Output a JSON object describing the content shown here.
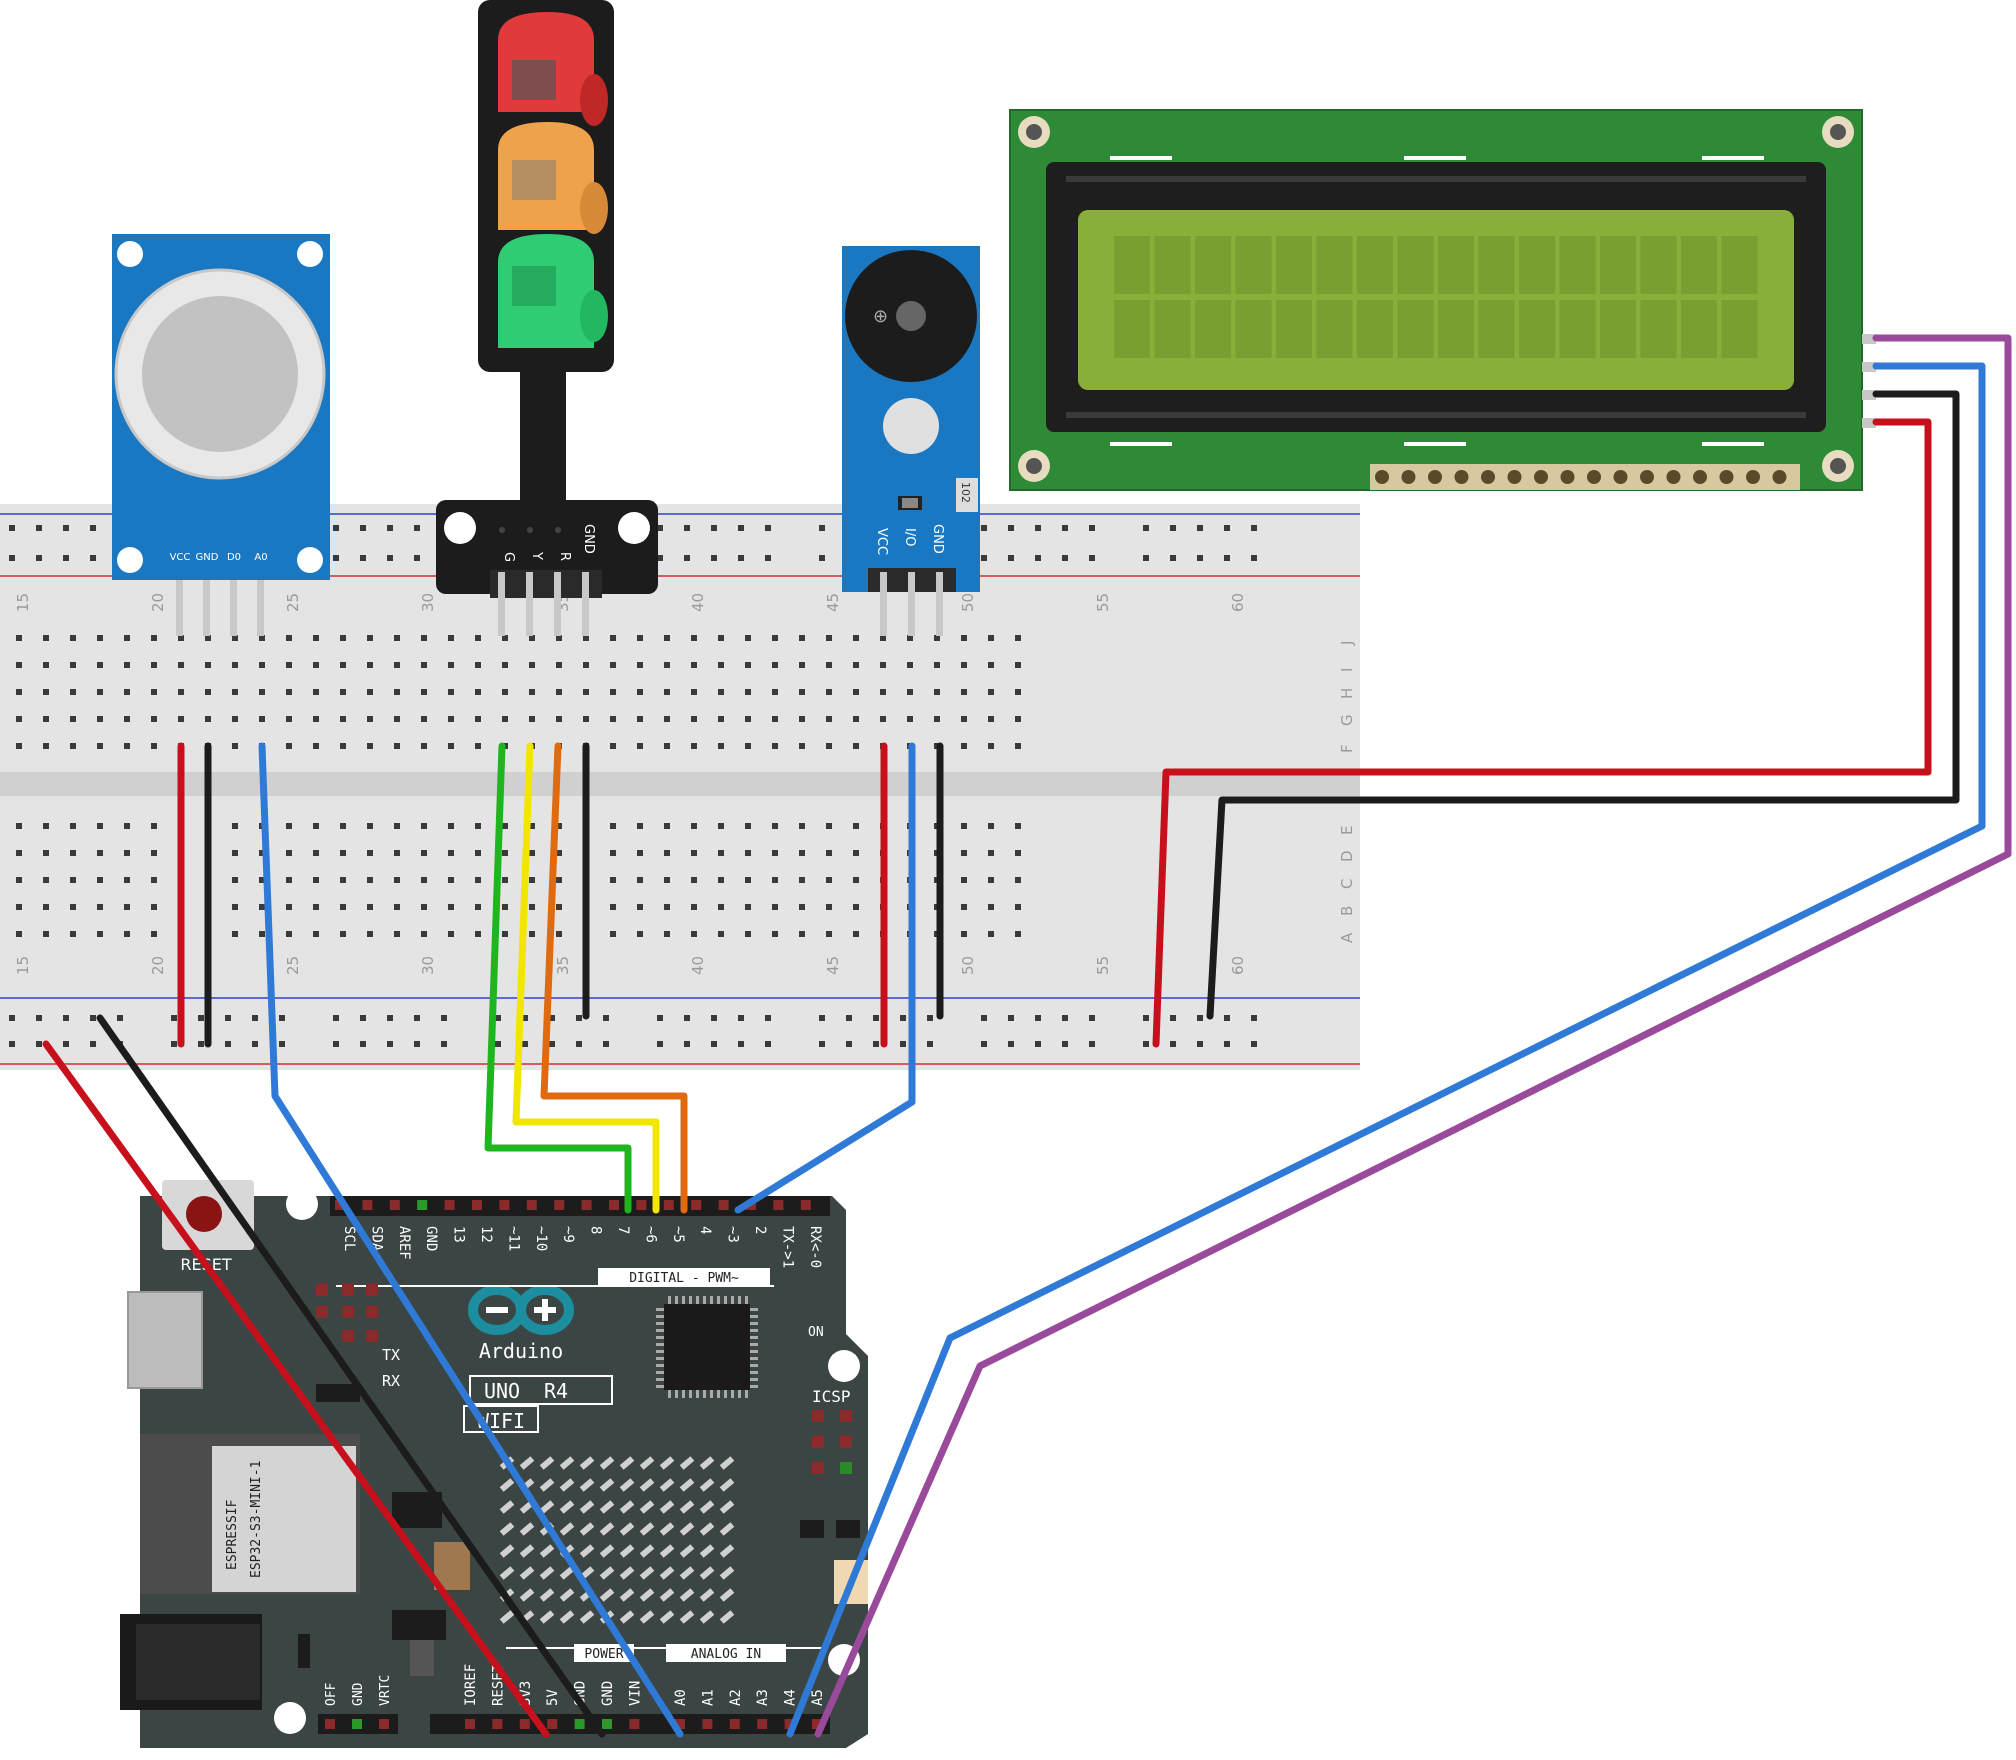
{
  "sensor": {
    "pins": [
      "VCC",
      "GND",
      "D0",
      "A0"
    ]
  },
  "traffic_light": {
    "pins": [
      "G",
      "Y",
      "R",
      "GND"
    ]
  },
  "buzzer": {
    "pins": [
      "VCC",
      "I/O",
      "GND"
    ],
    "resistor_code": "102"
  },
  "breadboard": {
    "column_numbers": [
      "15",
      "20",
      "25",
      "30",
      "35",
      "40",
      "45",
      "50",
      "55",
      "60"
    ],
    "row_letters_top": [
      "J",
      "I",
      "H",
      "G",
      "F"
    ],
    "row_letters_bottom": [
      "E",
      "D",
      "C",
      "B",
      "A"
    ]
  },
  "arduino": {
    "reset_label": "RESET",
    "brand": "Arduino",
    "model": "UNO",
    "revision": "R4",
    "variant": "WIFI",
    "module": [
      "ESPRESSIF",
      "ESP32-S3-MINI-1"
    ],
    "digital_header_label": "DIGITAL - PWM~",
    "icsp_label": "ICSP",
    "on_label": "ON",
    "tx_label": "TX",
    "rx_label": "RX",
    "power_label": "POWER",
    "analog_label": "ANALOG IN",
    "digital_pins": [
      "SCL",
      "SDA",
      "AREF",
      "GND",
      "13",
      "12",
      "~11",
      "~10",
      "~9",
      "8",
      "7",
      "~6",
      "~5",
      "4",
      "~3",
      "2",
      "TX->1",
      "RX<-0"
    ],
    "power_pins": [
      "IOREF",
      "RESET",
      "3V3",
      "5V",
      "GND",
      "GND",
      "VIN"
    ],
    "analog_pins": [
      "A0",
      "A1",
      "A2",
      "A3",
      "A4",
      "A5"
    ],
    "misc_pins": [
      "OFF",
      "GND",
      "VRTC"
    ]
  },
  "colors": {
    "wire_red": "#c8101c",
    "wire_black": "#1c1c1c",
    "wire_blue": "#2f7ad6",
    "wire_green": "#1fb51f",
    "wire_yellow": "#f2e600",
    "wire_orange": "#e06a10",
    "wire_purple": "#9a4a9a",
    "board_dark": "#3b4544",
    "lcd_pcb": "#2e8a36",
    "lcd_screen": "#8aae3a",
    "module_blue": "#1a78c2"
  }
}
